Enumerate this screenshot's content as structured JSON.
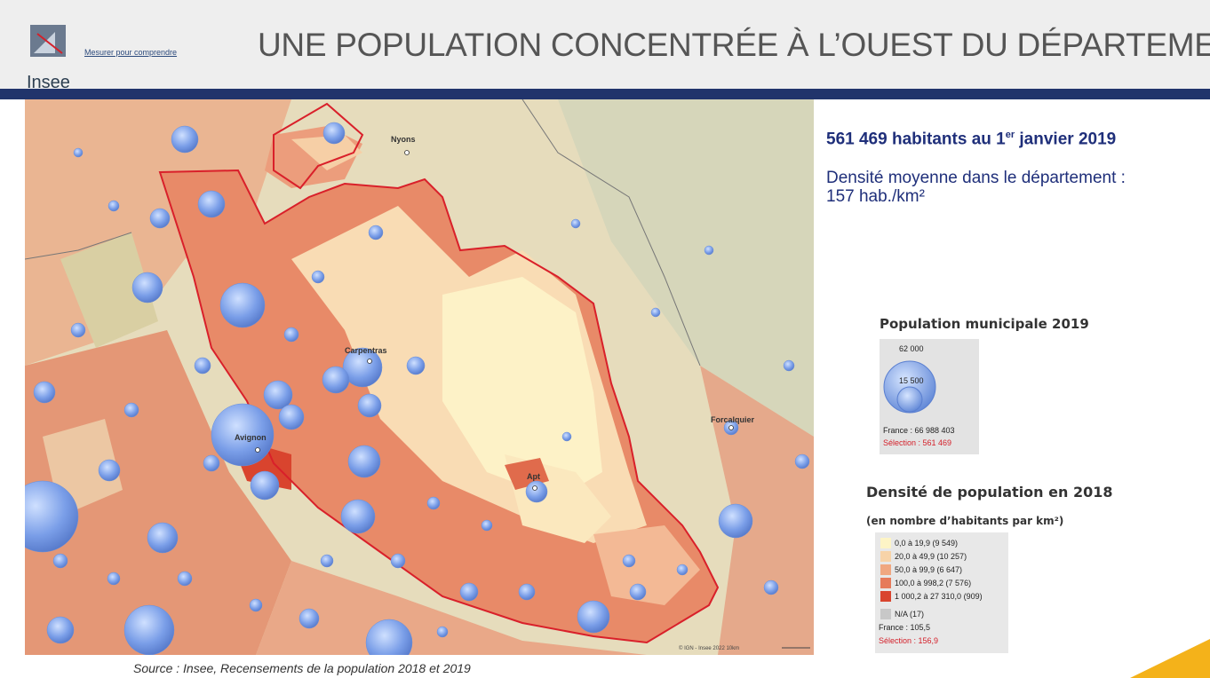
{
  "header": {
    "logo_text": "Insee",
    "tagline": "Mesurer pour comprendre",
    "title": "UNE POPULATION CONCENTRÉE À L’OUEST DU DÉPARTEMENT"
  },
  "map": {
    "cities": [
      "Nyons",
      "Carpentras",
      "Avignon",
      "Apt",
      "Forcalquier"
    ],
    "credit": "© IGN - Insee 2022  10km"
  },
  "source": "Source : Insee, Recensements de la population 2018 et 2019",
  "stats": {
    "population_main": "561 469 habitants au 1",
    "population_sup": "er",
    "population_rest": " janvier 2019",
    "density_line1": "Densité moyenne dans le département :",
    "density_line2": "157 hab./km²"
  },
  "legend_population": {
    "title": "Population municipale 2019",
    "big": "62 000",
    "small": "15 500",
    "france": "France : 66 988 403",
    "selection": "Sélection : 561 469"
  },
  "legend_density": {
    "title": "Densité de population en 2018",
    "subtitle": "(en nombre d’habitants par km²)",
    "classes": [
      {
        "label": "0,0 à 19,9 (9 549)",
        "color": "#fdf4c6"
      },
      {
        "label": "20,0 à 49,9 (10 257)",
        "color": "#f7d3a8"
      },
      {
        "label": "50,0 à 99,9 (6 647)",
        "color": "#f0a780"
      },
      {
        "label": "100,0 à 998,2 (7 576)",
        "color": "#e67a5a"
      },
      {
        "label": "1 000,2 à 27 310,0 (909)",
        "color": "#d9442e"
      }
    ],
    "na_label": "N/A (17)",
    "na_color": "#c8c8c8",
    "france": "France : 105,5",
    "selection": "Sélection : 156,9"
  },
  "colors": {
    "title_bar": "#21346b",
    "text_blue": "#1f2f7a",
    "boundary": "#d9202a",
    "accent": "#f4b21a"
  }
}
